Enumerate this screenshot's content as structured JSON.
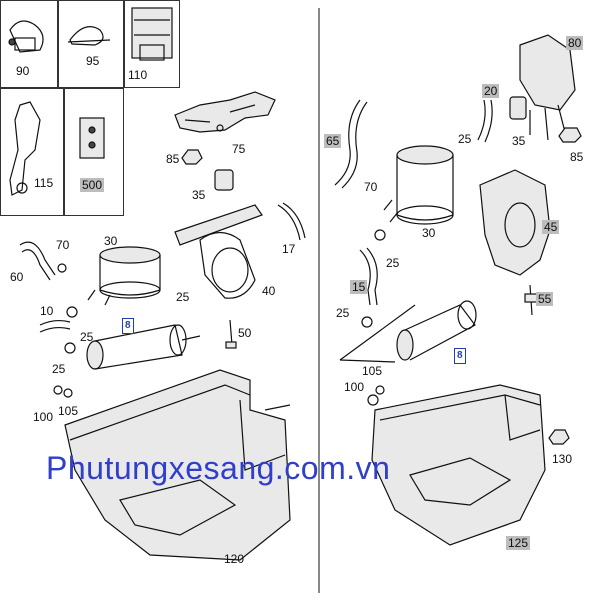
{
  "diagram": {
    "thumbnails": [
      {
        "label": "90"
      },
      {
        "label": "95"
      },
      {
        "label": "110"
      },
      {
        "label": "115"
      },
      {
        "label": "500"
      }
    ],
    "left_labels": [
      {
        "name": "30",
        "text": "30"
      },
      {
        "name": "70",
        "text": "70"
      },
      {
        "name": "60",
        "text": "60"
      },
      {
        "name": "10",
        "text": "10"
      },
      {
        "name": "25a",
        "text": "25"
      },
      {
        "name": "25b",
        "text": "25"
      },
      {
        "name": "25c",
        "text": "25"
      },
      {
        "name": "100",
        "text": "100"
      },
      {
        "name": "105",
        "text": "105"
      },
      {
        "name": "85",
        "text": "85"
      },
      {
        "name": "75",
        "text": "75"
      },
      {
        "name": "35",
        "text": "35"
      },
      {
        "name": "17",
        "text": "17"
      },
      {
        "name": "40",
        "text": "40"
      },
      {
        "name": "50",
        "text": "50"
      },
      {
        "name": "120",
        "text": "120"
      }
    ],
    "left_selected": "8",
    "right_labels": [
      {
        "name": "80",
        "text": "80",
        "boxed": true
      },
      {
        "name": "20",
        "text": "20",
        "boxed": true
      },
      {
        "name": "65",
        "text": "65",
        "boxed": true
      },
      {
        "name": "70",
        "text": "70"
      },
      {
        "name": "25a",
        "text": "25"
      },
      {
        "name": "35",
        "text": "35"
      },
      {
        "name": "85",
        "text": "85"
      },
      {
        "name": "30",
        "text": "30"
      },
      {
        "name": "45",
        "text": "45",
        "boxed": true
      },
      {
        "name": "15",
        "text": "15",
        "boxed": true
      },
      {
        "name": "25b",
        "text": "25"
      },
      {
        "name": "25c",
        "text": "25"
      },
      {
        "name": "55",
        "text": "55",
        "boxed": true
      },
      {
        "name": "105",
        "text": "105"
      },
      {
        "name": "100",
        "text": "100"
      },
      {
        "name": "130",
        "text": "130"
      },
      {
        "name": "125",
        "text": "125",
        "boxed": true
      }
    ],
    "right_selected": "8",
    "watermark": "Phutungxesang.com.vn"
  }
}
